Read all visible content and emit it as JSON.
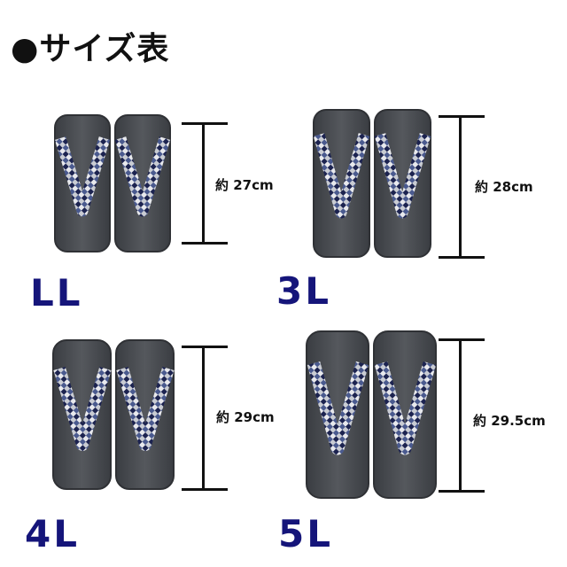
{
  "header": {
    "title": "●サイズ表"
  },
  "sizes": [
    {
      "size": "LL",
      "length": "約 27cm"
    },
    {
      "size": "3L",
      "length": "約 28cm"
    },
    {
      "size": "4L",
      "length": "約 29cm"
    },
    {
      "size": "5L",
      "length": "約 29.5cm"
    }
  ],
  "colors": {
    "sole": "#4a4d52",
    "sole_edge": "#2f3135",
    "strap_navy": "#1c2350",
    "strap_blue": "#4a5a8f",
    "strap_light": "#c9ccd3",
    "size_text": "#15157a",
    "text": "#111111"
  }
}
